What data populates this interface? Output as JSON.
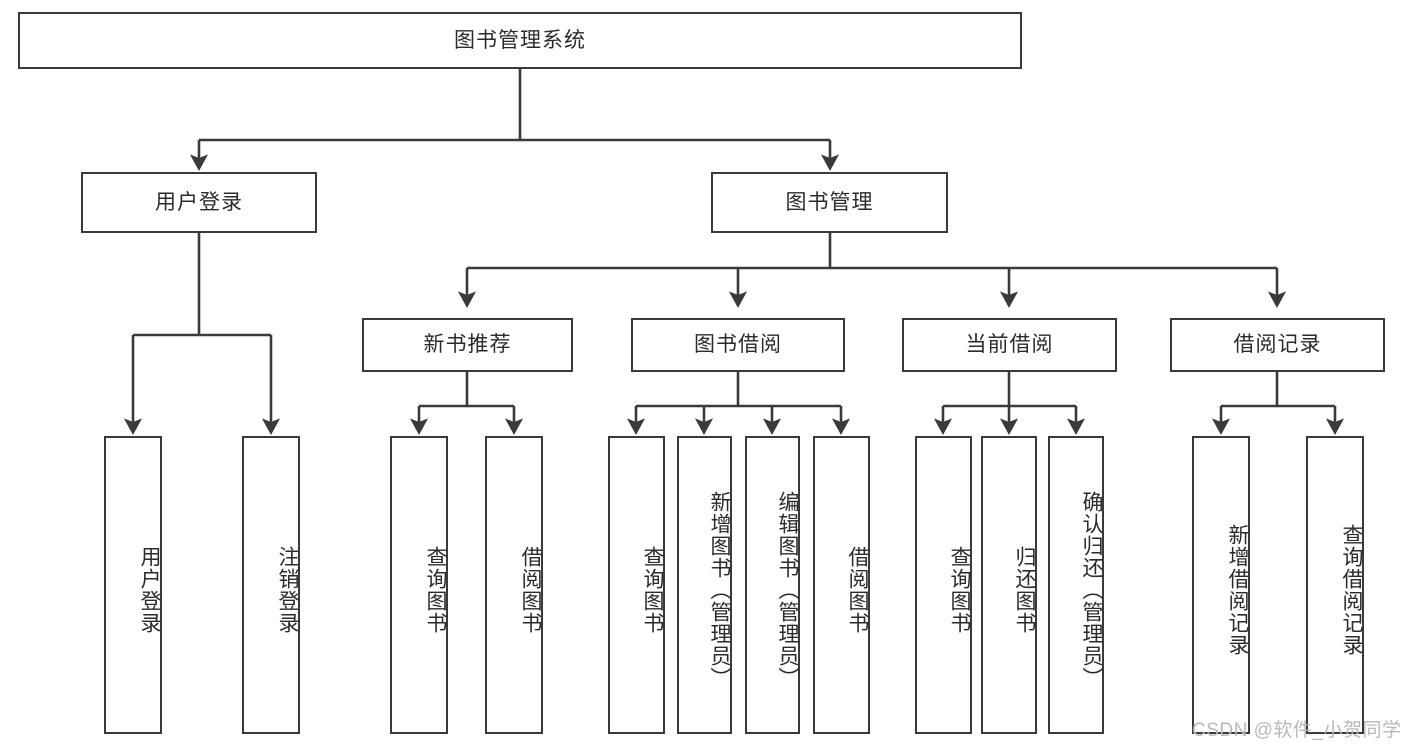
{
  "diagram": {
    "title": "图书管理系统",
    "type": "tree",
    "stroke_color": "#3a3a3a",
    "text_color": "#2b2b2b",
    "box_fill": "#ffffff",
    "background": "#ffffff"
  },
  "nodes": {
    "root": {
      "label": "图书管理系统",
      "level": 0
    },
    "l1": [
      {
        "id": "user_login",
        "label": "用户登录",
        "level": 1
      },
      {
        "id": "book_mgmt",
        "label": "图书管理",
        "level": 1
      }
    ],
    "l2": [
      {
        "id": "new_book_rec",
        "label": "新书推荐",
        "level": 2,
        "parent": "book_mgmt"
      },
      {
        "id": "book_borrow",
        "label": "图书借阅",
        "level": 2,
        "parent": "book_mgmt"
      },
      {
        "id": "current_borrow",
        "label": "当前借阅",
        "level": 2,
        "parent": "book_mgmt"
      },
      {
        "id": "borrow_record",
        "label": "借阅记录",
        "level": 2,
        "parent": "book_mgmt"
      }
    ],
    "leaves": [
      {
        "id": "leaf_user_login",
        "label": "用户登录",
        "parent": "user_login"
      },
      {
        "id": "leaf_logout",
        "label": "注销登录",
        "parent": "user_login"
      },
      {
        "id": "leaf_query_book_1",
        "label": "查询图书",
        "parent": "new_book_rec"
      },
      {
        "id": "leaf_borrow_book_1",
        "label": "借阅图书",
        "parent": "new_book_rec"
      },
      {
        "id": "leaf_query_book_2",
        "label": "查询图书",
        "parent": "book_borrow"
      },
      {
        "id": "leaf_add_book",
        "label": "新增图书（管理员）",
        "parent": "book_borrow"
      },
      {
        "id": "leaf_edit_book",
        "label": "编辑图书（管理员）",
        "parent": "book_borrow"
      },
      {
        "id": "leaf_borrow_book_2",
        "label": "借阅图书",
        "parent": "book_borrow"
      },
      {
        "id": "leaf_query_book_3",
        "label": "查询图书",
        "parent": "current_borrow"
      },
      {
        "id": "leaf_return_book",
        "label": "归还图书",
        "parent": "current_borrow"
      },
      {
        "id": "leaf_confirm_return",
        "label": "确认归还（管理员）",
        "parent": "current_borrow"
      },
      {
        "id": "leaf_add_record",
        "label": "新增借阅记录",
        "parent": "borrow_record"
      },
      {
        "id": "leaf_query_record",
        "label": "查询借阅记录",
        "parent": "borrow_record"
      }
    ]
  },
  "watermark": {
    "text": "CSDN @软件_小贺同学"
  }
}
